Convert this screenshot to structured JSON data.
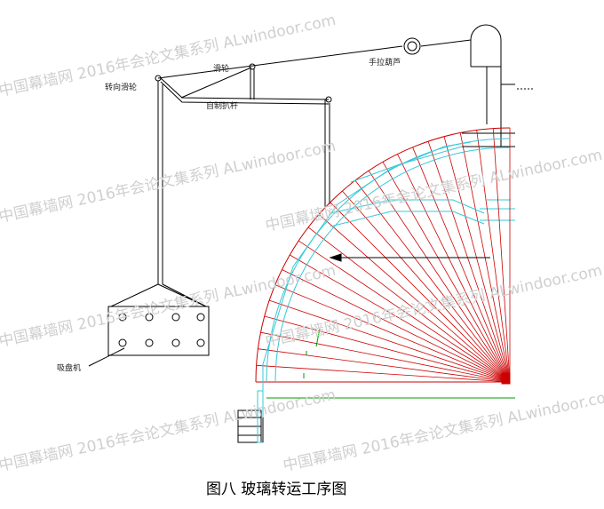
{
  "caption": "图八  玻璃转运工序图",
  "labels": {
    "hoist": "手拉葫芦",
    "pulley": "滑轮",
    "steer_pulley": "转向滑轮",
    "auto_rod": "自制扒杆",
    "suction_cup": "吸盘机"
  },
  "watermark": "中国幕墙网 2016年会论文集系列 ALwindoor.com",
  "colors": {
    "line": "#000000",
    "red": "#cc0000",
    "cyan": "#35c8d8",
    "green": "#009900"
  },
  "suction_cup_count": 8
}
